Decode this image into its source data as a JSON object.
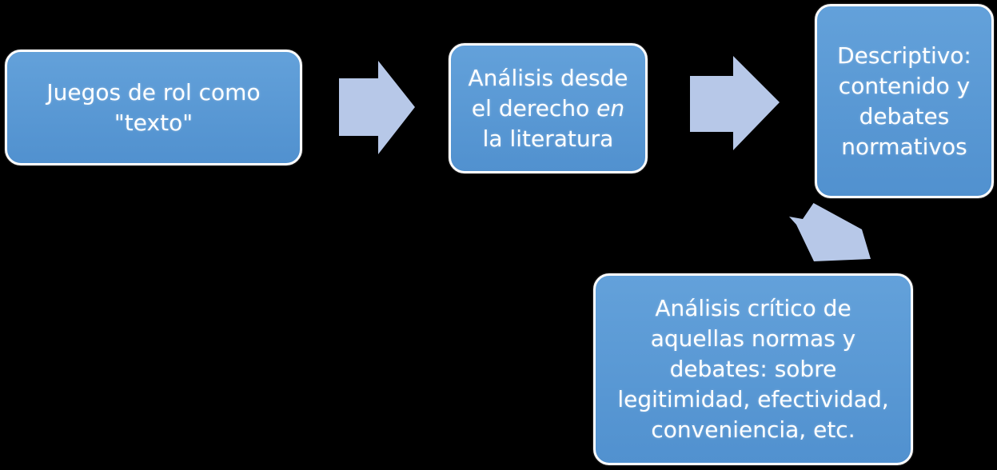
{
  "canvas": {
    "background_color": "#000000"
  },
  "colors": {
    "box_fill_top": "#63a1da",
    "box_fill_bottom": "#5191cf",
    "box_border": "#ffffff",
    "box_text": "#ffffff",
    "arrow_fill": "#b7c8e8"
  },
  "flowchart": {
    "boxes": [
      {
        "text": "Juegos de rol como \"texto\"",
        "lines": [
          "Juegos de rol como",
          "\"texto\""
        ]
      },
      {
        "text": "Análisis desde el derecho en la literatura",
        "lines": [
          "Análisis desde",
          [
            {
              "t": "el derecho ",
              "i": false
            },
            {
              "t": "en",
              "i": true
            }
          ],
          "la literatura"
        ]
      },
      {
        "text": "Descriptivo: contenido y debates normativos",
        "lines": [
          "Descriptivo:",
          "contenido y",
          "debates",
          "normativos"
        ]
      },
      {
        "text": "Análisis crítico de aquellas normas y debates: sobre legitimidad, efectividad, conveniencia, etc.",
        "lines": [
          "Análisis crítico de",
          "aquellas normas y",
          "debates: sobre",
          "legitimidad, efectividad,",
          "conveniencia, etc."
        ]
      }
    ],
    "connectors": [
      {
        "name": "arrow-1",
        "shape": "right-block-arrow",
        "from": 0,
        "to": 1
      },
      {
        "name": "arrow-2",
        "shape": "right-block-arrow",
        "from": 1,
        "to": 2
      },
      {
        "name": "arrow-3",
        "shape": "rotated-down-left-block-arrow",
        "from": 2,
        "to": 3
      }
    ]
  }
}
